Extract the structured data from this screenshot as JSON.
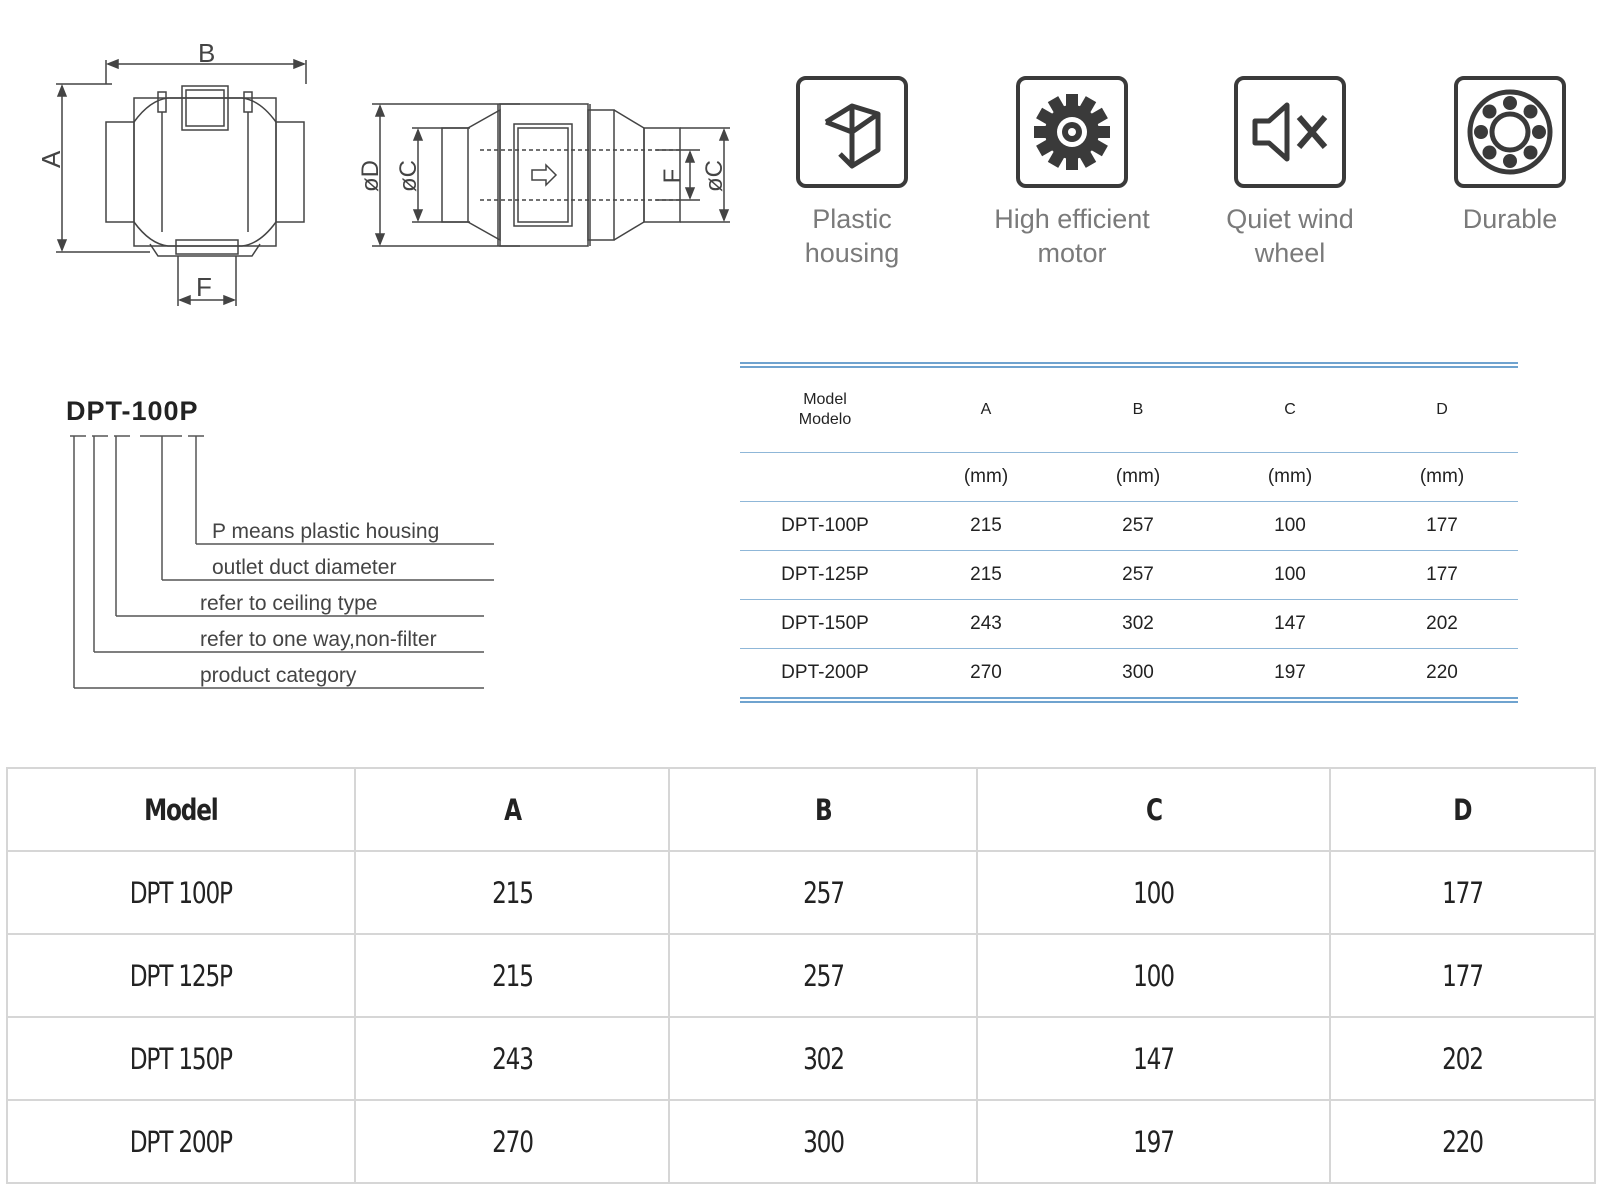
{
  "diagram_labels": {
    "side_view": {
      "width": "B",
      "height": "A",
      "bracket": "F"
    },
    "front_view": {
      "outer_diameter": "øD",
      "inlet_diameter": "øC",
      "outlet_diameter": "øC",
      "bracket": "F"
    }
  },
  "features": [
    {
      "icon": "box-icon",
      "label": "Plastic\nhousing"
    },
    {
      "icon": "gear-icon",
      "label": "High efficient\nmotor"
    },
    {
      "icon": "speaker-mute-icon",
      "label": "Quiet wind\nwheel"
    },
    {
      "icon": "bearing-icon",
      "label": "Durable"
    }
  ],
  "code_legend": {
    "code": "DPT-100P",
    "lines": [
      "P means plastic housing",
      "outlet duct diameter",
      "refer to ceiling type",
      "refer to one way,non-filter",
      "product category"
    ]
  },
  "spec_table": {
    "header": {
      "model": "Model\nModelo",
      "cols": [
        "A",
        "B",
        "C",
        "D"
      ]
    },
    "units": [
      "(mm)",
      "(mm)",
      "(mm)",
      "(mm)"
    ],
    "rows": [
      [
        "DPT-100P",
        "215",
        "257",
        "100",
        "177"
      ],
      [
        "DPT-125P",
        "215",
        "257",
        "100",
        "177"
      ],
      [
        "DPT-150P",
        "243",
        "302",
        "147",
        "202"
      ],
      [
        "DPT-200P",
        "270",
        "300",
        "197",
        "220"
      ]
    ]
  },
  "big_table": {
    "header": [
      "Model",
      "A",
      "B",
      "C",
      "D"
    ],
    "rows": [
      [
        "DPT 100P",
        "215",
        "257",
        "100",
        "177"
      ],
      [
        "DPT 125P",
        "215",
        "257",
        "100",
        "177"
      ],
      [
        "DPT 150P",
        "243",
        "302",
        "147",
        "202"
      ],
      [
        "DPT 200P",
        "270",
        "300",
        "197",
        "220"
      ]
    ]
  }
}
